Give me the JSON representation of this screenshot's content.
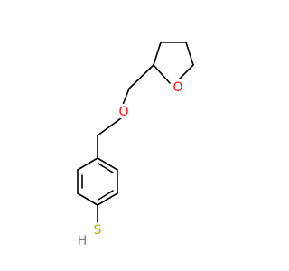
{
  "atoms": {
    "ring_oxygen": {
      "symbol": "O",
      "color": "#ff0d0d"
    },
    "ether_oxygen": {
      "symbol": "O",
      "color": "#ff0d0d"
    },
    "sulfur": {
      "symbol": "S",
      "color": "#b2b200"
    },
    "thiol_hydrogen": {
      "symbol": "H",
      "color": "#7f7f7f"
    }
  },
  "bond_color": "#000000"
}
